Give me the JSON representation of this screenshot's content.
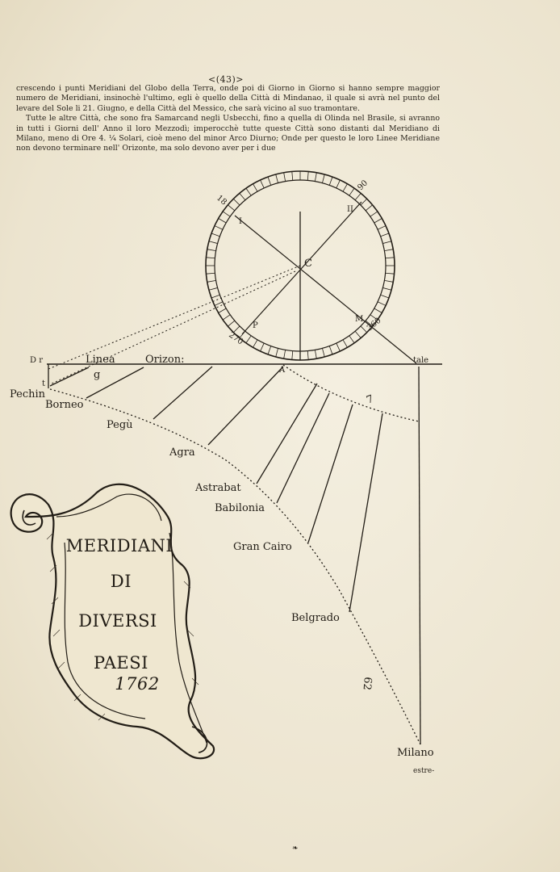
{
  "page_number": "<(43)>",
  "paragraphs": [
    "crescendo i punti Meridiani del Globo della Terra, onde poi di Giorno in Giorno si hanno sempre maggior numero de Meridiani, insinochè l'ultimo, egli è quello della Città di Mindanao, il quale si avrà nel punto del levare del Sole li 21. Giugno, e della Città del Messico, che sarà vicino al suo tramontare.",
    "Tutte le altre Città, che sono fra Samarcand negli Usbecchi, fino a quella di Olinda nel Brasile, si avranno in tutti i Giorni dell' Anno il loro Mezzodì; imperocchè tutte queste Città sono distanti dal Meridiano di Milano, meno di Ore 4. ¼ Solari, cioè meno del minor Arco Diurno; Onde per questo le loro Linee Meridiane non devono terminare nell' Orizonte, ma solo devono aver per i due"
  ],
  "circle": {
    "center_label": "C",
    "marks": [
      "I",
      "II",
      "P",
      "M"
    ],
    "degrees": [
      "18",
      "90",
      "270",
      "360"
    ]
  },
  "horizon": {
    "left_label": "D r",
    "linea": "Linea",
    "orizon": "Orizon:",
    "right_label": "tale",
    "point_a": "A"
  },
  "marks": {
    "g": "g",
    "seven": "7",
    "sixty_two": "62",
    "t": "t"
  },
  "cities": [
    "Pechin",
    "Borneo",
    "Pegù",
    "Agra",
    "Astrabat",
    "Babilonia",
    "Gran Cairo",
    "Belgrado",
    "Milano"
  ],
  "cartouche": {
    "lines": [
      "MERIDIANI",
      "DI",
      "DIVERSI",
      "PAESI"
    ],
    "year": "1762"
  },
  "catchword": "estre-",
  "ornament": "❧"
}
